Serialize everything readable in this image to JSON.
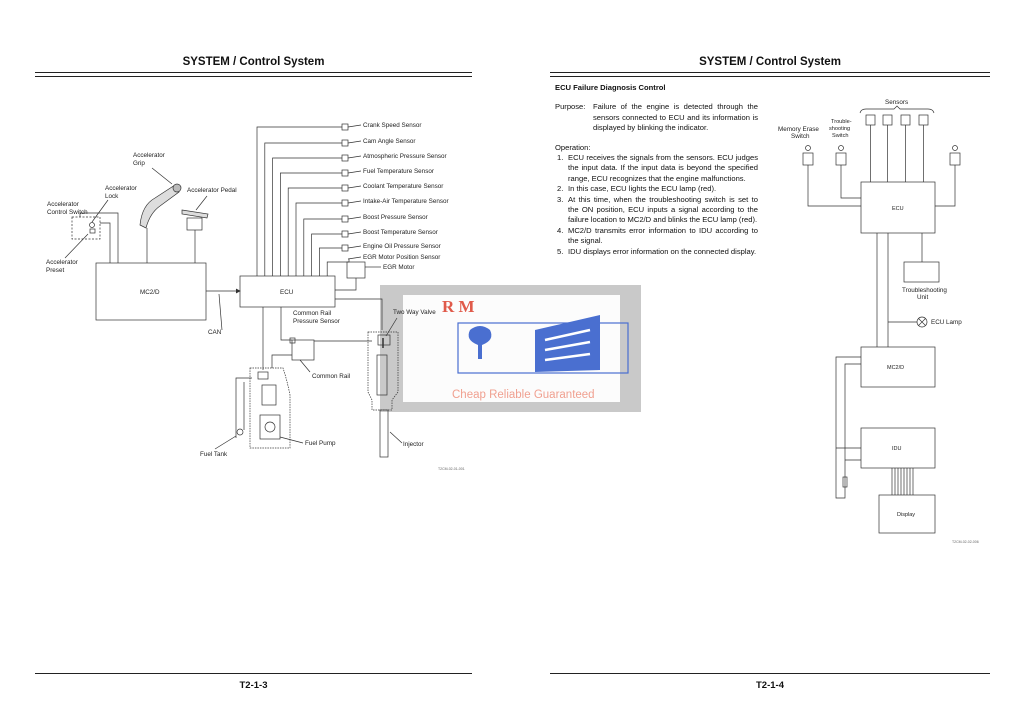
{
  "left_page": {
    "header": "SYSTEM / Control System",
    "footer": "T2-1-3",
    "figure_code": "T2CM-02-01-001",
    "diagram": {
      "mc2d": "MC2/D",
      "ecu": "ECU",
      "can": "CAN",
      "accelerator_grip": [
        "Accelerator",
        "Grip"
      ],
      "accelerator_lock": [
        "Accelerator",
        "Lock"
      ],
      "accelerator_control_switch": [
        "Accelerator",
        "Control Switch"
      ],
      "accelerator_preset": [
        "Accelerator",
        "Preset"
      ],
      "accelerator_pedal": "Accelerator Pedal",
      "sensors": [
        "Crank Speed Sensor",
        "Cam Angle Sensor",
        "Atmospheric Pressure Sensor",
        "Fuel Temperature Sensor",
        "Coolant Temperature Sensor",
        "Intake-Air Temperature Sensor",
        "Boost Pressure Sensor",
        "Boost Temperature Sensor",
        "Engine Oil Pressure Sensor",
        "EGR Motor Position Sensor"
      ],
      "egr_motor": "EGR Motor",
      "common_rail_pressure_sensor": [
        "Common Rail",
        "Pressure Sensor"
      ],
      "common_rail": "Common Rail",
      "two_way_valve": "Two Way Valve",
      "fuel_pump": "Fuel Pump",
      "fuel_tank": "Fuel Tank",
      "injector": "Injector"
    }
  },
  "right_page": {
    "header": "SYSTEM / Control System",
    "footer": "T2-1-4",
    "figure_code": "T2CM-02-02-006",
    "section_title": "ECU Failure Diagnosis Control",
    "purpose_label": "Purpose:",
    "purpose_text": "Failure of the engine is detected through the sensors connected to ECU and its information is displayed by blinking the indicator.",
    "operation_label": "Operation:",
    "operation_steps": [
      {
        "num": "1.",
        "text": "ECU receives the signals from the sensors. ECU judges the input data. If the input data is beyond the specified range, ECU recognizes that the engine malfunctions."
      },
      {
        "num": "2.",
        "text": "In this case, ECU lights the ECU lamp (red)."
      },
      {
        "num": "3.",
        "text": "At this time, when the troubleshooting switch is set to the ON position, ECU inputs a signal according to the failure location to MC2/D and blinks the ECU lamp (red)."
      },
      {
        "num": "4.",
        "text": "MC2/D transmits error information to IDU according to the signal."
      },
      {
        "num": "5.",
        "text": "IDU displays error information on the connected display."
      }
    ],
    "diagram": {
      "sensors": "Sensors",
      "memory_erase_switch": [
        "Memory Erase",
        "Switch"
      ],
      "troubleshooting_switch": [
        "Trouble-",
        "shooting",
        "Switch"
      ],
      "ecu": "ECU",
      "troubleshooting_unit": [
        "Troubleshooting",
        "Unit"
      ],
      "ecu_lamp": "ECU Lamp",
      "mc2d": "MC2/D",
      "idu": "IDU",
      "display": "Display"
    }
  },
  "watermark": {
    "letters": "R M",
    "slogan": "Cheap Reliable Guaranteed",
    "colors": {
      "red": "#e05a4a",
      "blue": "#4a6fd0",
      "frame": "#c9c9c9"
    }
  }
}
